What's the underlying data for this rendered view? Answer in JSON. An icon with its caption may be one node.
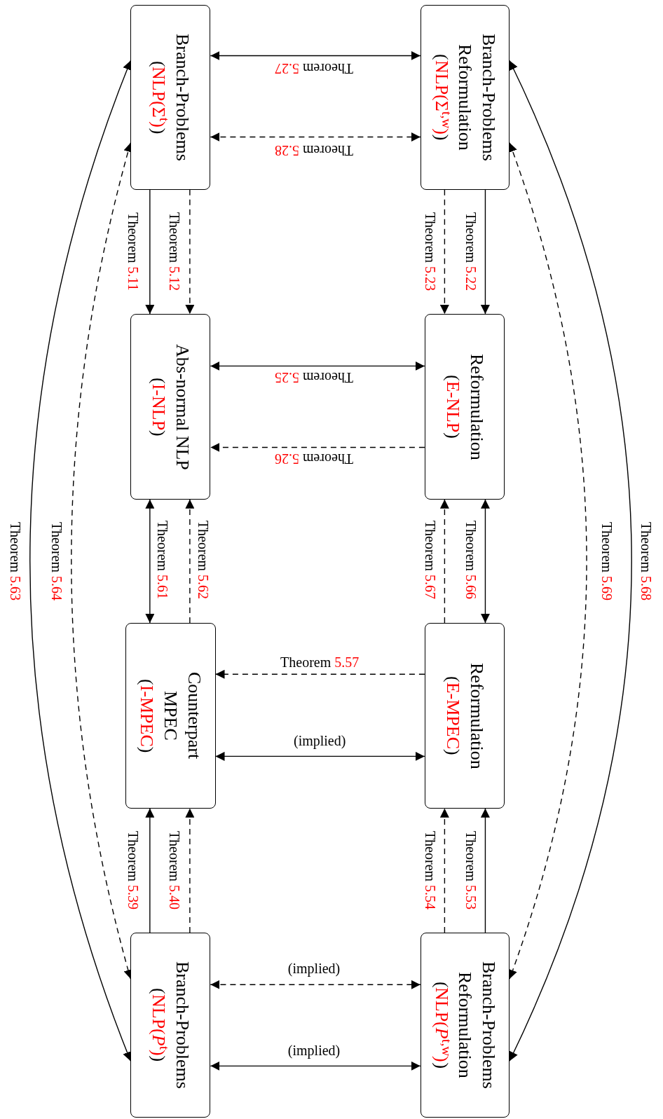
{
  "diagram": {
    "nodes": [
      {
        "text": [
          "Branch-Problems",
          "(NLP(Σ$^{t}$))"
        ]
      },
      {
        "text": [
          "Branch-Problems Reformulation",
          "(NLP(Σ$^{t,w}$))"
        ]
      },
      {
        "text": [
          "Abs-normal NLP",
          "(I-NLP)"
        ]
      },
      {
        "text": [
          "Reformulation",
          "(E-NLP)"
        ]
      },
      {
        "text": [
          "Counterpart MPEC",
          "(I-MPEC)"
        ]
      },
      {
        "text": [
          "Reformulation",
          "(E-MPEC)"
        ]
      },
      {
        "text": [
          "Branch-Problems",
          "(NLP(*P*$^{t}$))"
        ]
      },
      {
        "text": [
          "Branch-Problems Reformulation",
          "(NLP(*P*$^{t,w}$))"
        ]
      }
    ],
    "edges": [
      {
        "from": 0,
        "to": 1,
        "arrow": "both",
        "label": "Theorem 5.27"
      },
      {
        "from": 0,
        "to": 1,
        "arrow": "both",
        "label": "Theorem 5.28",
        "style": "dashed"
      },
      {
        "from": 2,
        "to": 3,
        "arrow": "both",
        "label": "Theorem 5.25"
      },
      {
        "from": 3,
        "to": 2,
        "arrow": "to",
        "label": "Theorem 5.26",
        "style": "dashed"
      },
      {
        "from": 5,
        "to": 4,
        "arrow": "to",
        "label": "Theorem 5.57",
        "style": "dashed"
      },
      {
        "from": 4,
        "to": 5,
        "arrow": "both",
        "label": "(implied)"
      },
      {
        "from": 6,
        "to": 7,
        "arrow": "both",
        "label": "(implied)",
        "style": "dashed"
      },
      {
        "from": 6,
        "to": 7,
        "arrow": "both",
        "label": "(implied)"
      },
      {
        "from": 0,
        "to": 2,
        "arrow": "to",
        "label": "Theorem 5.11"
      },
      {
        "from": 0,
        "to": 2,
        "arrow": "to",
        "label": "Theorem 5.12",
        "style": "dashed"
      },
      {
        "from": 1,
        "to": 3,
        "arrow": "to",
        "label": "Theorem 5.23",
        "style": "dashed"
      },
      {
        "from": 1,
        "to": 3,
        "arrow": "to",
        "label": "Theorem 5.22"
      },
      {
        "from": 2,
        "to": 4,
        "arrow": "both",
        "label": "Theorem 5.61"
      },
      {
        "from": 4,
        "to": 2,
        "arrow": "to",
        "label": "Theorem 5.62",
        "style": "dashed"
      },
      {
        "from": 5,
        "to": 3,
        "arrow": "to",
        "label": "Theorem 5.67",
        "style": "dashed"
      },
      {
        "from": 3,
        "to": 5,
        "arrow": "both",
        "label": "Theorem 5.66"
      },
      {
        "from": 6,
        "to": 4,
        "arrow": "to",
        "label": "Theorem 5.39"
      },
      {
        "from": 6,
        "to": 4,
        "arrow": "to",
        "label": "Theorem 5.40",
        "style": "dashed"
      },
      {
        "from": 7,
        "to": 5,
        "arrow": "to",
        "label": "Theorem 5.54",
        "style": "dashed"
      },
      {
        "from": 7,
        "to": 5,
        "arrow": "to",
        "label": "Theorem 5.53"
      },
      {
        "from": 0,
        "to": 6,
        "arrow": "both",
        "label": "Theorem 5.63"
      },
      {
        "from": 0,
        "to": 6,
        "arrow": "both",
        "label": "Theorem 5.64",
        "style": "dashed"
      },
      {
        "from": 1,
        "to": 7,
        "arrow": "both",
        "label": "Theorem 5.69",
        "style": "dashed"
      },
      {
        "from": 1,
        "to": 7,
        "arrow": "both",
        "label": "Theorem 5.68"
      }
    ]
  }
}
